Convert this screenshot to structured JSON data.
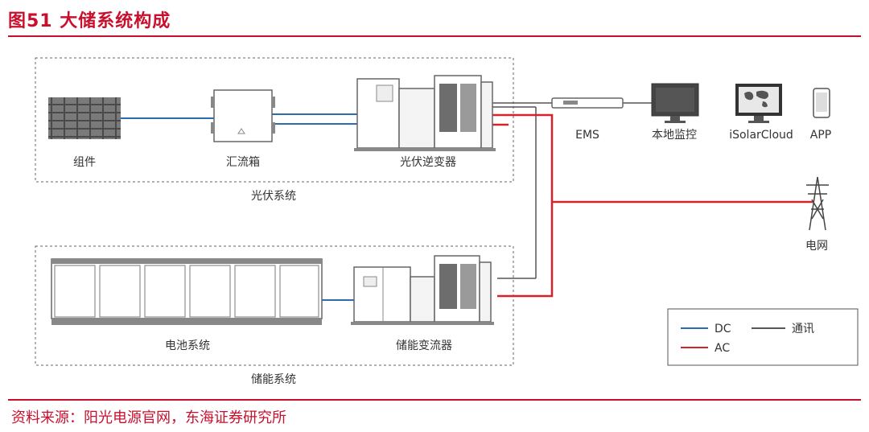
{
  "header": {
    "title": "图51  大储系统构成"
  },
  "footer": {
    "source": "资料来源：阳光电源官网，东海证券研究所"
  },
  "colors": {
    "brand": "#c8102e",
    "dc": "#2b6cb0",
    "ac": "#d6222b",
    "comm": "#555555"
  },
  "pv_group": {
    "title": "光伏系统",
    "modules_label": "组件",
    "combiner_label": "汇流箱",
    "inverter_label": "光伏逆变器"
  },
  "storage_group": {
    "title": "储能系统",
    "battery_label": "电池系统",
    "pcs_label": "储能变流器"
  },
  "monitoring": {
    "ems_label": "EMS",
    "local_label": "本地监控",
    "cloud_label": "iSolarCloud",
    "app_label": "APP"
  },
  "grid": {
    "label": "电网"
  },
  "legend": {
    "dc": "DC",
    "ac": "AC",
    "comm": "通讯"
  }
}
